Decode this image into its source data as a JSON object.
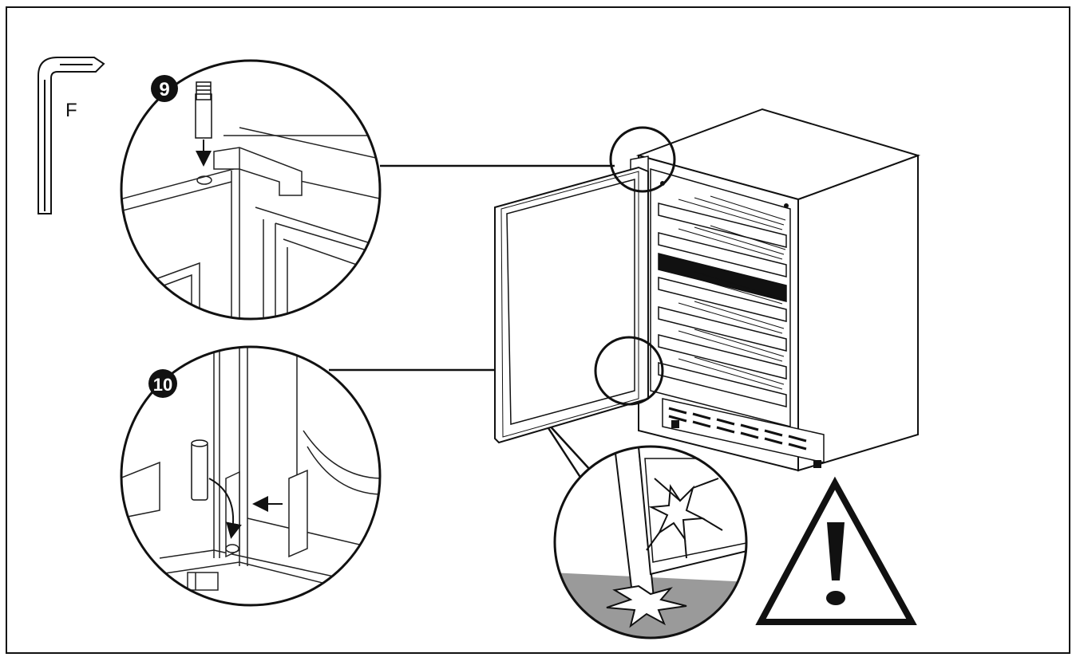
{
  "tool": {
    "label": "F"
  },
  "steps": [
    {
      "number": "9"
    },
    {
      "number": "10"
    }
  ],
  "colors": {
    "line": "#111111",
    "background": "#ffffff",
    "floor": "#9a9a9a",
    "badge": "#111111"
  },
  "icons": [
    "allen-key-icon",
    "warning-triangle-icon",
    "broken-glass-icon",
    "impact-burst-icon"
  ]
}
